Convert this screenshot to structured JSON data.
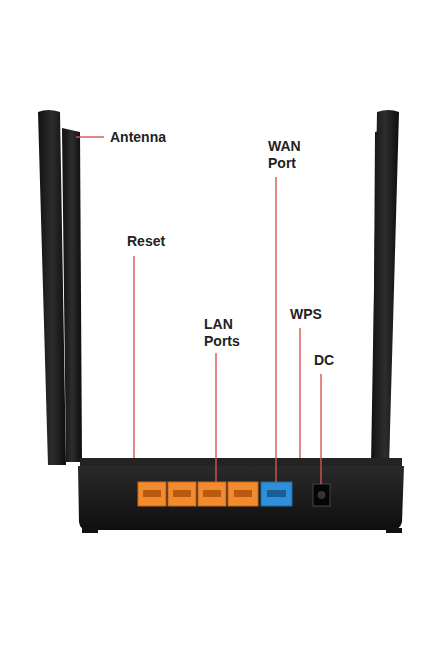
{
  "diagram": {
    "labels": [
      "Antenna",
      "Reset",
      "WAN Port",
      "LAN Ports",
      "WPS",
      "DC"
    ]
  }
}
